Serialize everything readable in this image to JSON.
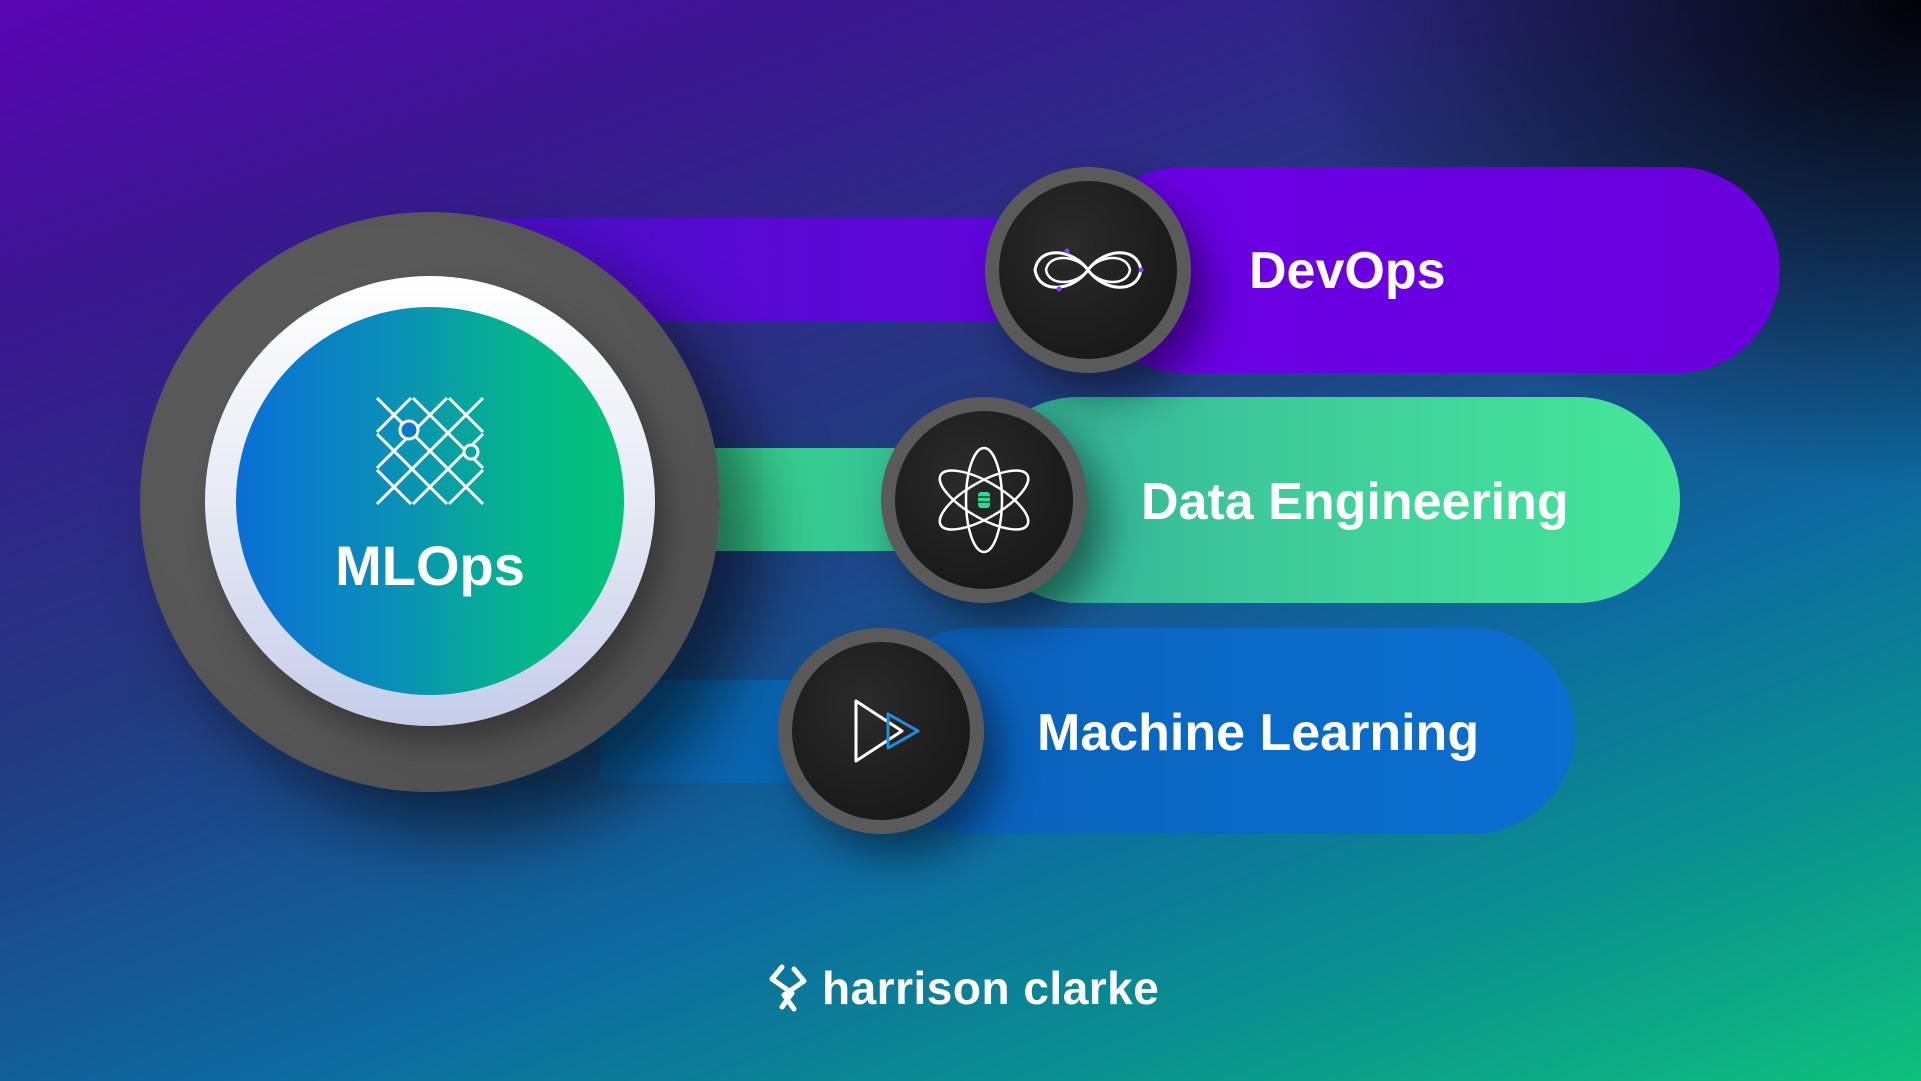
{
  "center": {
    "label": "MLOps",
    "icon": "lattice-network-icon"
  },
  "items": [
    {
      "label": "DevOps",
      "icon": "infinity-loop-icon",
      "color": "#6a00e0"
    },
    {
      "label": "Data Engineering",
      "icon": "atom-database-icon",
      "color": "#3fd99a"
    },
    {
      "label": "Machine Learning",
      "icon": "play-forward-icon",
      "color": "#0a68c4"
    }
  ],
  "brand": {
    "name": "harrison clarke",
    "icon": "harrison-clarke-logo-icon"
  }
}
